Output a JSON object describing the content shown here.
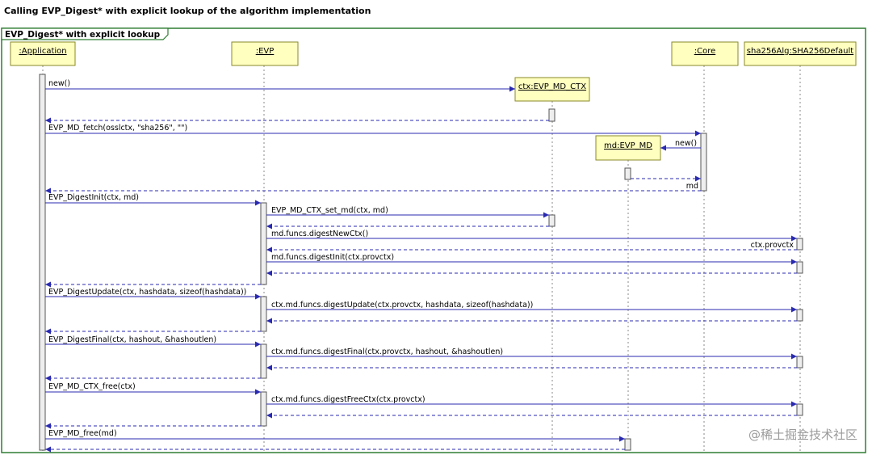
{
  "title": "Calling EVP_Digest* with explicit lookup of the algorithm implementation",
  "frame_label": "EVP_Digest* with explicit lookup",
  "participants": {
    "application": ":Application",
    "evp": ":EVP",
    "core": ":Core",
    "sha256": "sha256Alg:SHA256Default",
    "ctx": "ctx:EVP_MD_CTX",
    "md": "md:EVP_MD"
  },
  "messages": {
    "new_ctx": "new()",
    "md_fetch": "EVP_MD_fetch(osslctx, \"sha256\", \"\")",
    "new_md": "new()",
    "md_return": "md",
    "digest_init": "EVP_DigestInit(ctx, md)",
    "ctx_set_md": "EVP_MD_CTX_set_md(ctx, md)",
    "digest_new_ctx": "md.funcs.digestNewCtx()",
    "provctx_return": "ctx.provctx",
    "funcs_digest_init": "md.funcs.digestInit(ctx.provctx)",
    "digest_update": "EVP_DigestUpdate(ctx, hashdata, sizeof(hashdata))",
    "funcs_digest_update": "ctx.md.funcs.digestUpdate(ctx.provctx, hashdata, sizeof(hashdata))",
    "digest_final": "EVP_DigestFinal(ctx, hashout, &hashoutlen)",
    "funcs_digest_final": "ctx.md.funcs.digestFinal(ctx.provctx, hashout, &hashoutlen)",
    "ctx_free": "EVP_MD_CTX_free(ctx)",
    "funcs_free_ctx": "ctx.md.funcs.digestFreeCtx(ctx.provctx)",
    "md_free": "EVP_MD_free(md)"
  },
  "watermark": "@稀土掘金技术社区",
  "colors": {
    "frame": "#2e7d32",
    "message": "#2a2ab0",
    "box_fill": "#ffffc0",
    "box_border": "#8a8a2a",
    "lifeline": "#888888",
    "activation_fill": "#eeeeee"
  }
}
